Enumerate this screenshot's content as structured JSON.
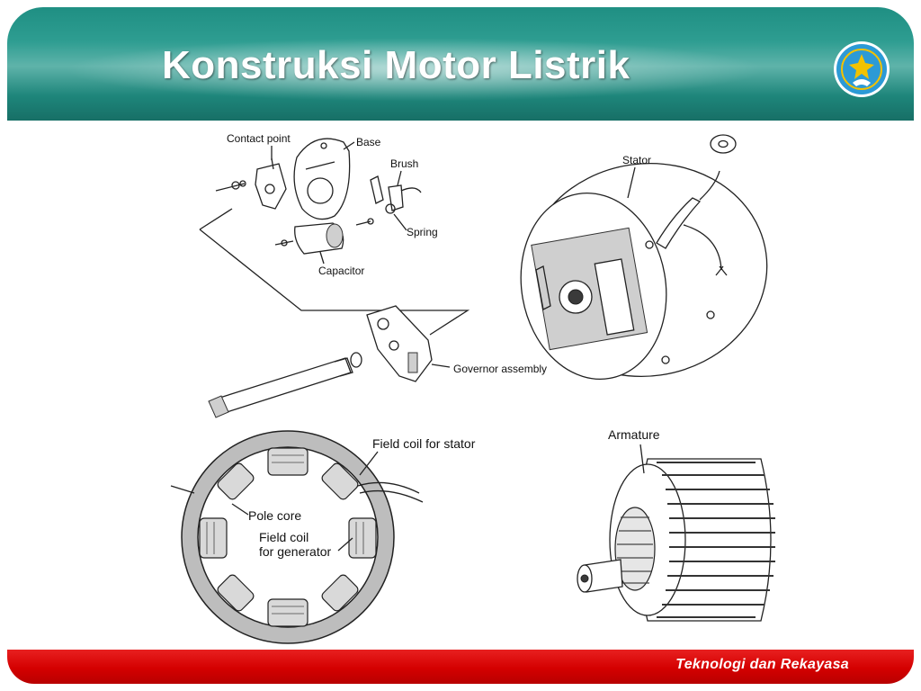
{
  "slide": {
    "title": "Konstruksi Motor Listrik",
    "footer": "Teknologi dan Rekayasa"
  },
  "labels": {
    "contact_point": "Contact point",
    "base": "Base",
    "brush": "Brush",
    "spring": "Spring",
    "capacitor": "Capacitor",
    "governor_assembly": "Governor assembly",
    "stator": "Stator",
    "field_coil_stator": "Field coil for stator",
    "pole_core": "Pole core",
    "field_coil_generator_1": "Field coil",
    "field_coil_generator_2": "for generator",
    "armature": "Armature"
  },
  "colors": {
    "header_teal": "#2e9d91",
    "footer_red": "#d40000",
    "logo_blue": "#2c9ad6"
  }
}
